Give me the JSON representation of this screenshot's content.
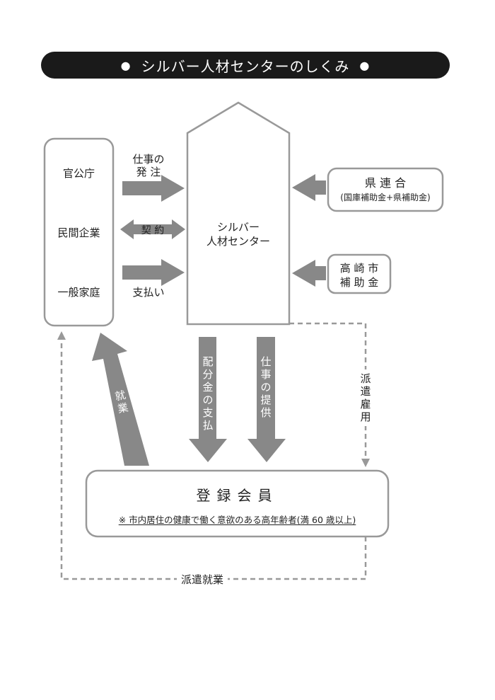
{
  "title": "シルバー人材センターのしくみ",
  "title_dot": "●",
  "clients": [
    "官公庁",
    "民間企業",
    "一般家庭"
  ],
  "center": {
    "line1": "シルバー",
    "line2": "人材センター"
  },
  "arrows_left": {
    "order_line1": "仕事の",
    "order_line2": "発 注",
    "contract": "契 約",
    "payment": "支払い"
  },
  "supporters": {
    "pref_title": "県 連 合",
    "pref_sub": "(国庫補助金+県補助金)",
    "city_line1": "高 崎 市",
    "city_line2": "補 助 金"
  },
  "vertical_labels": {
    "distribution": [
      "配",
      "分",
      "金",
      "の",
      "支",
      "払"
    ],
    "work_provision": [
      "仕",
      "事",
      "の",
      "提",
      "供"
    ],
    "employment": [
      "就",
      "業"
    ],
    "dispatch_hire": [
      "派",
      "遣",
      "雇",
      "用"
    ]
  },
  "members": {
    "title": "登録会員",
    "note": "※ 市内居住の健康で働く意欲のある高年齢者(満 60 歳以上)"
  },
  "dispatch_work": "派遣就業"
}
